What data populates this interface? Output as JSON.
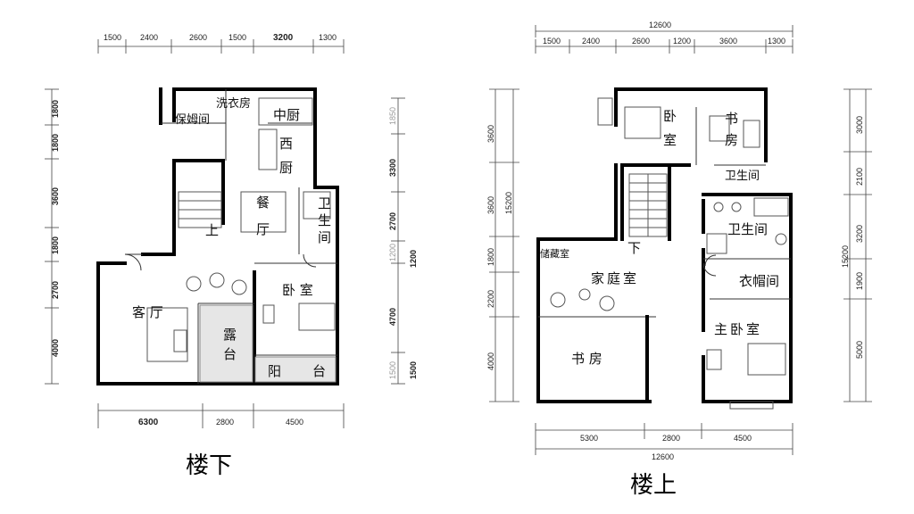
{
  "plans": {
    "lower": {
      "title": "楼下",
      "top_dims": [
        "1500",
        "2400",
        "2600",
        "1500",
        "3200",
        "1300"
      ],
      "left_dims": [
        "1800",
        "1800",
        "3600",
        "1800",
        "2700",
        "4000"
      ],
      "right_dims": [
        "1850",
        "3300",
        "2700",
        "1200",
        "1200",
        "4700",
        "1500",
        "1500"
      ],
      "bottom_dims": [
        "6300",
        "2800",
        "4500"
      ],
      "rooms": {
        "nanny": "保姆间",
        "laundry": "洗衣房",
        "chinese_kitchen": "中厨",
        "western_kitchen_1": "西",
        "western_kitchen_2": "厨",
        "dining_1": "餐",
        "dining_2": "厅",
        "bath_1": "卫",
        "bath_2": "生",
        "bath_3": "间",
        "up": "上",
        "living": "客 厅",
        "bedroom": "卧 室",
        "terrace_1": "露",
        "terrace_2": "台",
        "balcony_1": "阳",
        "balcony_2": "台"
      }
    },
    "upper": {
      "title": "楼上",
      "overall_top": "12600",
      "top_dims": [
        "1500",
        "2400",
        "2600",
        "1200",
        "3600",
        "1300"
      ],
      "left_dims": [
        "3600",
        "3600",
        "1800",
        "2200",
        "4000"
      ],
      "left_total": "15200",
      "right_dims": [
        "3000",
        "2100",
        "3200",
        "1900",
        "5000"
      ],
      "right_total": "15200",
      "bottom_dims": [
        "5300",
        "2800",
        "4500"
      ],
      "overall_bottom": "12600",
      "rooms": {
        "bedroom_1": "卧",
        "bedroom_2": "室",
        "study_1": "书",
        "study_2": "房",
        "bath_small": "卫生间",
        "bath_master": "卫生间",
        "storage": "储藏室",
        "down": "下",
        "family": "家庭室",
        "wardrobe": "衣帽间",
        "master": "主卧室",
        "study_big": "书 房"
      }
    }
  }
}
